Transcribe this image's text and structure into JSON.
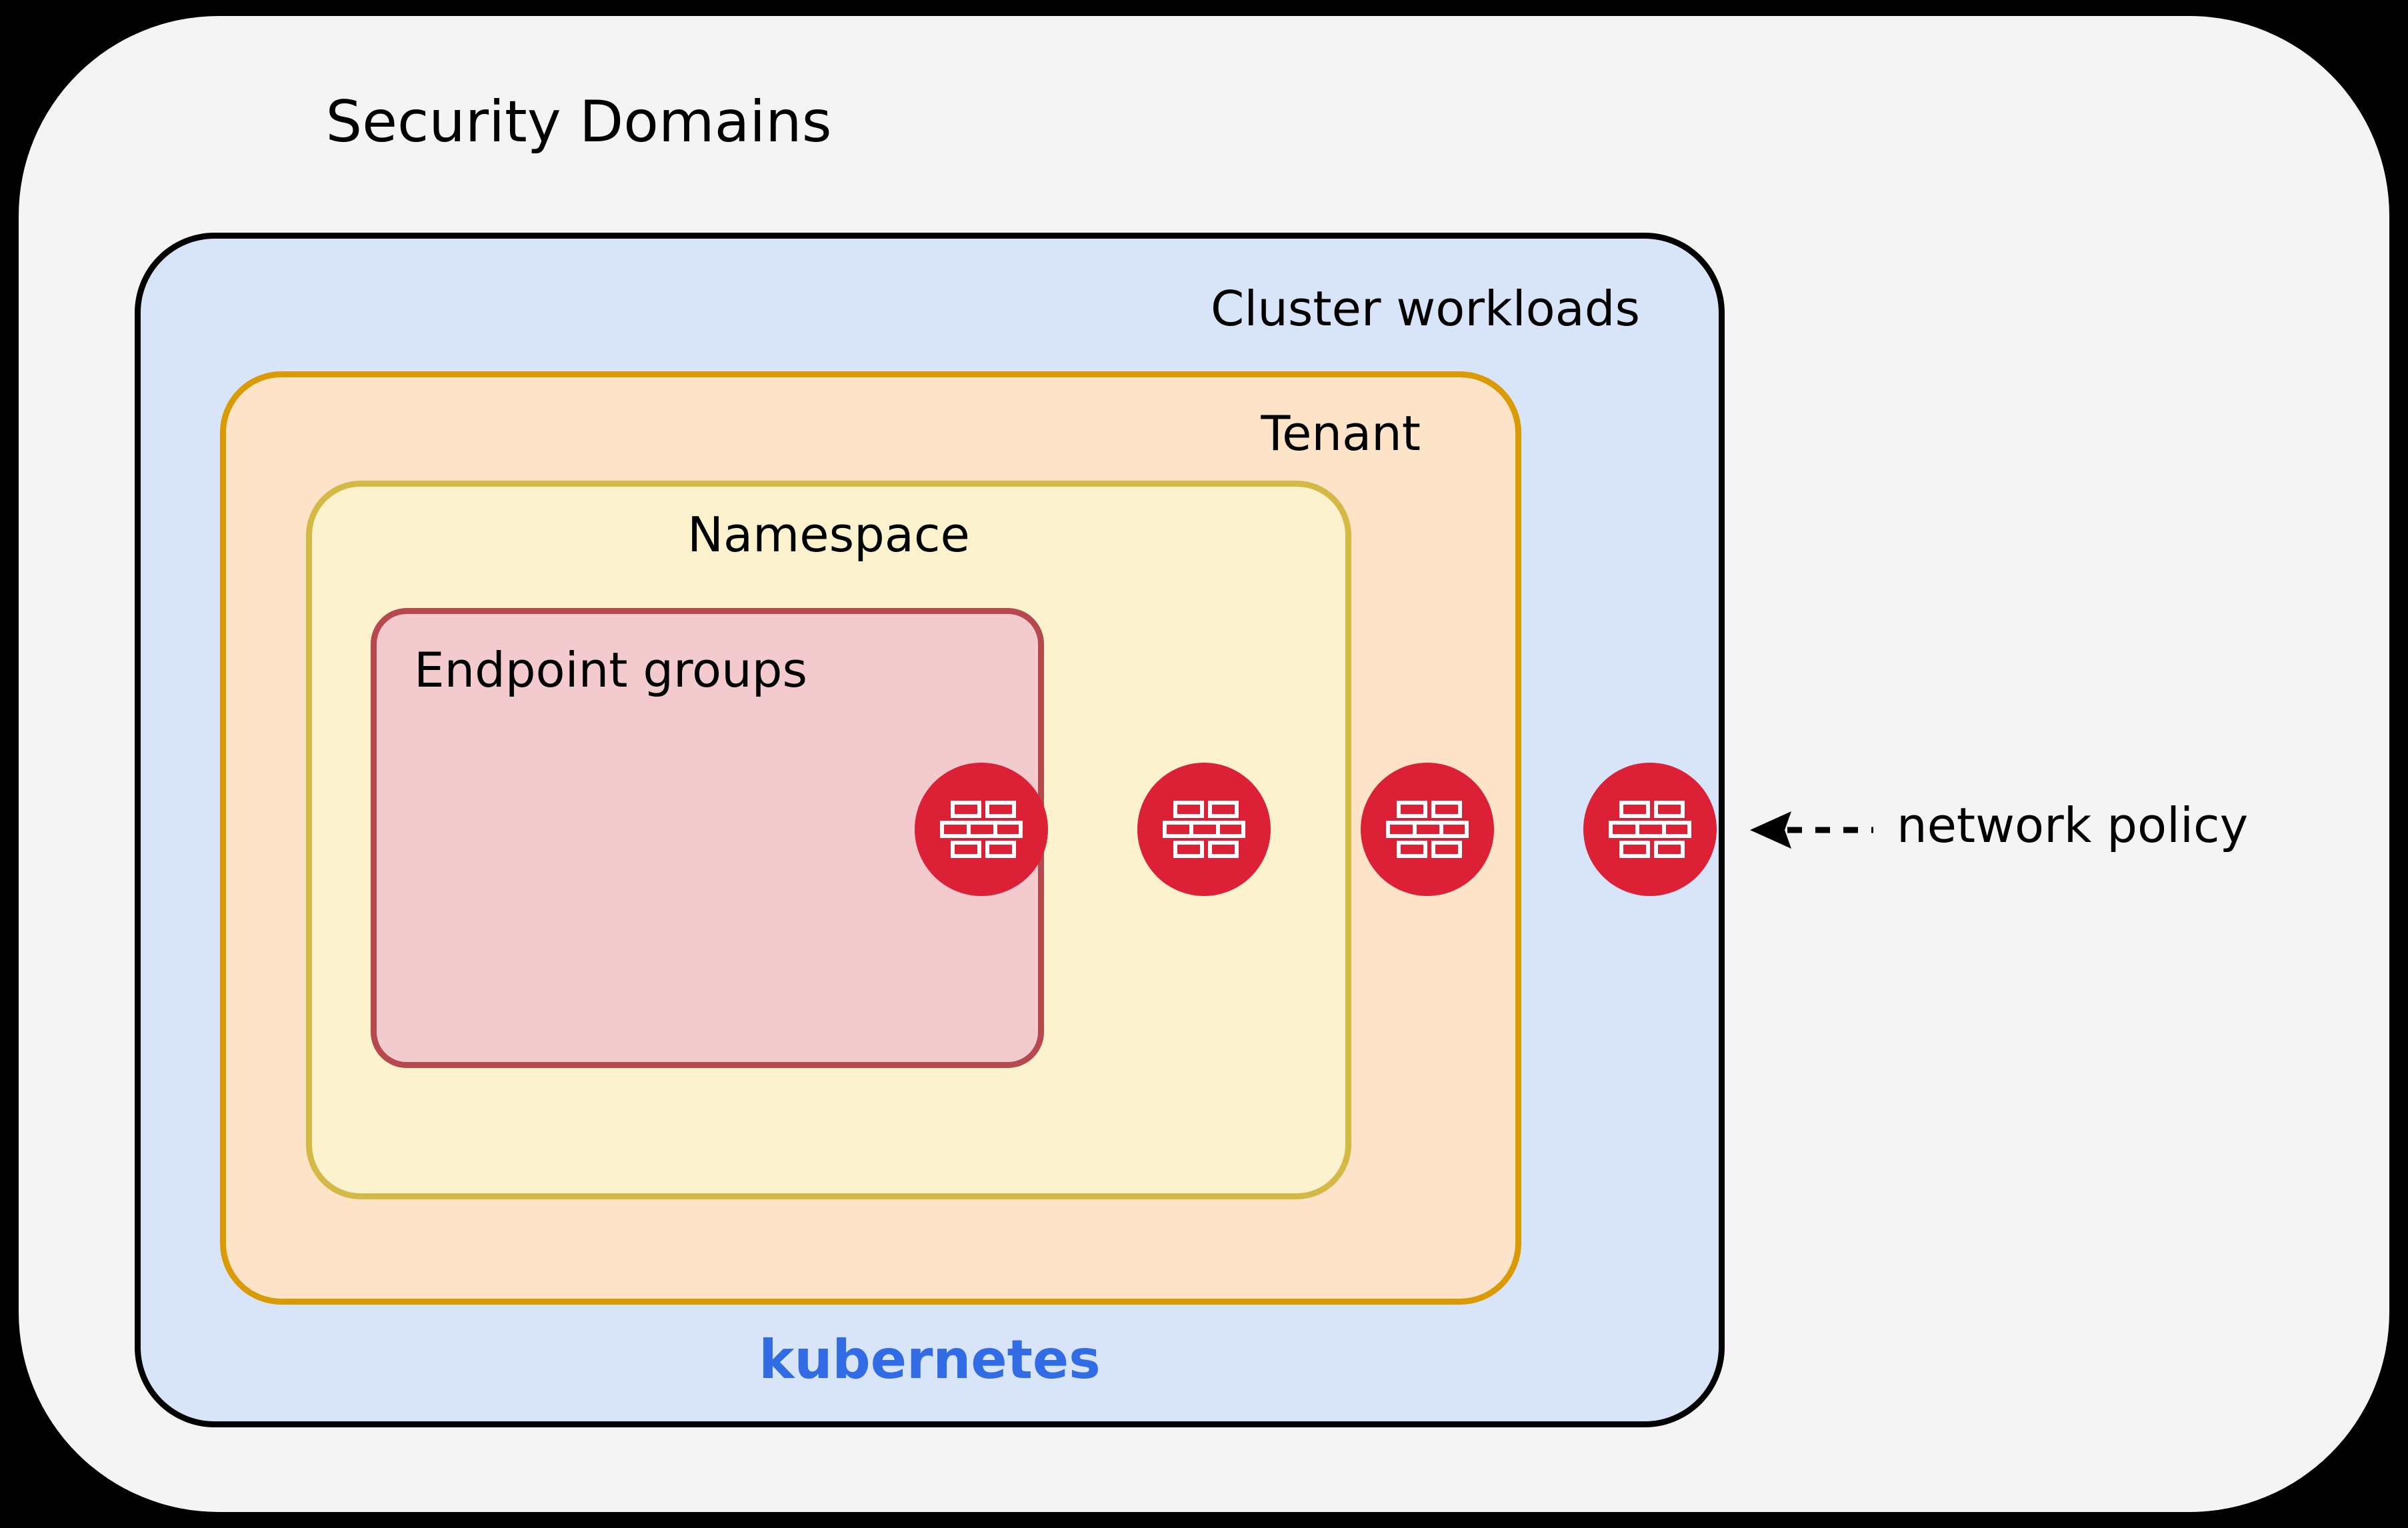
{
  "diagram": {
    "title": "Security Domains",
    "background_color": "#F4F4F4",
    "outer_color": "#000000",
    "layers": {
      "cluster_workloads": {
        "label": "Cluster workloads",
        "fill": "#D8E4F8",
        "stroke": "#000000",
        "brand_label": "kubernetes",
        "brand_color": "#326CE5"
      },
      "tenant": {
        "label": "Tenant",
        "fill": "#FDE3C8",
        "stroke": "#D99A04"
      },
      "namespace": {
        "label": "Namespace",
        "fill": "#FCF3CE",
        "stroke": "#D4B947"
      },
      "endpoint_groups": {
        "label": "Endpoint groups",
        "fill": "#F3CBCE",
        "stroke": "#B5494D"
      }
    },
    "markers": {
      "icon_name": "firewall-brick-icon",
      "color": "#DC2035",
      "count": 4,
      "positions_x": [
        1372,
        1706,
        2041,
        2375
      ],
      "boundary_labels": [
        "endpoint-groups-boundary",
        "namespace-boundary",
        "tenant-boundary",
        "cluster-workloads-boundary"
      ]
    },
    "annotation": {
      "label": "network policy",
      "arrow_style": "dashed-left-arrow",
      "arrow_color": "#000000"
    }
  }
}
